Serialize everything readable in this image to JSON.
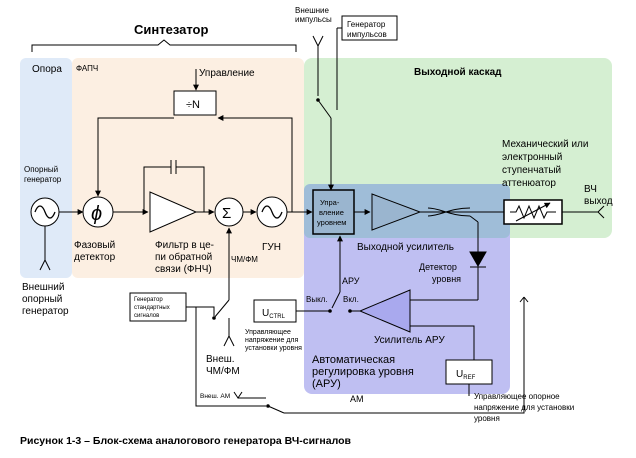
{
  "title": "Синтезатор",
  "caption": "Рисунок 1-3 – Блок-схема аналогового генератора ВЧ-сигналов",
  "regions": {
    "reference": "Опора",
    "pll": "ФАПЧ",
    "output_stage": "Выходной каскад"
  },
  "labels": {
    "external_pulses_1": "Внешние",
    "external_pulses_2": "импульсы",
    "pulse_gen_1": "Генератор",
    "pulse_gen_2": "импульсов",
    "control": "Управление",
    "divider": "÷N",
    "ref_gen_1": "Опорный",
    "ref_gen_2": "генератор",
    "ext_ref_1": "Внешний",
    "ext_ref_2": "опорный",
    "ext_ref_3": "генератор",
    "phase_det_sym": "ϕ",
    "phase_det_1": "Фазовый",
    "phase_det_2": "детектор",
    "filter_1": "Фильтр в це-",
    "filter_2": "пи обратной",
    "filter_3": "связи (ФНЧ)",
    "sum_sym": "Σ",
    "fm_pm": "ЧМ/ФМ",
    "vco": "ГУН",
    "level_ctrl_1": "Упра-",
    "level_ctrl_2": "вление",
    "level_ctrl_3": "уровнем",
    "out_amp": "Выходной усилитель",
    "attenuator_1": "Механический или",
    "attenuator_2": "электронный",
    "attenuator_3": "ступенчатый",
    "attenuator_4": "аттенюатор",
    "rf_out_1": "ВЧ",
    "rf_out_2": "выход",
    "level_det_1": "Детектор",
    "level_det_2": "уровня",
    "agc_short": "АРУ",
    "sw_off": "Выкл.",
    "sw_on": "Вкл.",
    "ucrtl_u": "U",
    "ucrtl_sub": "CTRL",
    "agc_amp": "Усилитель АРУ",
    "agc_1": "Автоматическая",
    "agc_2": "регулировка уровня",
    "agc_3": "(АРУ)",
    "uref_u": "U",
    "uref_sub": "REF",
    "std_gen_1": "Генератор",
    "std_gen_2": "стандартных",
    "std_gen_3": "сигналов",
    "ctrl_voltage_1": "Управляющее",
    "ctrl_voltage_2": "напряжение для",
    "ctrl_voltage_3": "установки уровня",
    "ext_fm_1": "Внеш.",
    "ext_fm_2": "ЧМ/ФМ",
    "ext_am": "Внеш. АМ",
    "am": "АМ",
    "ref_voltage_1": "Управляющее опорное",
    "ref_voltage_2": "напряжение для установки",
    "ref_voltage_3": "уровня"
  },
  "colors": {
    "reference_region": "#dfeaf8",
    "pll_region": "#fcefe2",
    "output_region": "#d5efd2",
    "agc_region": "#bfbff2",
    "overlap_region": "#9fbdd8",
    "line": "#000000"
  }
}
